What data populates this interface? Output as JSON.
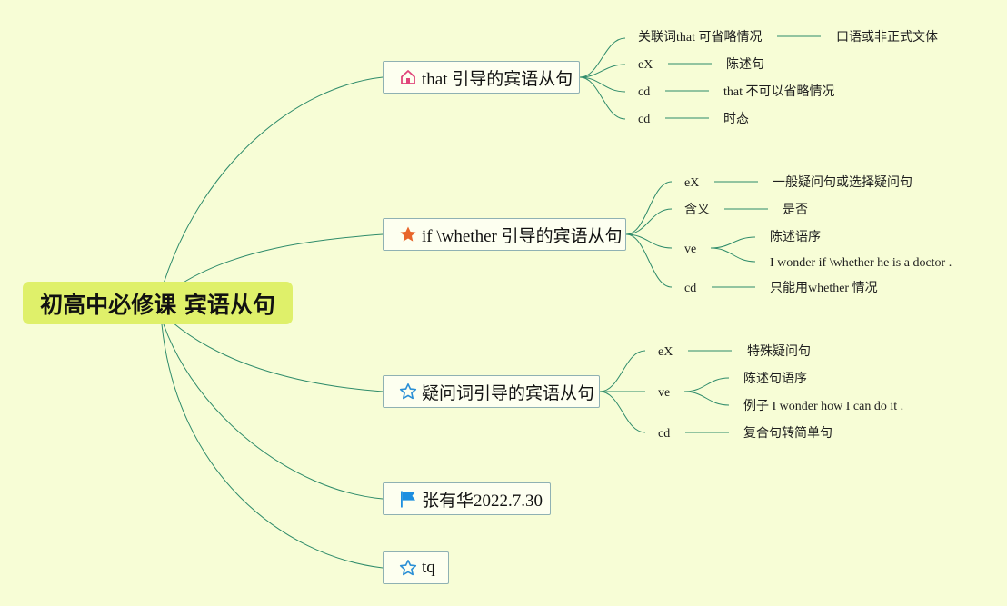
{
  "root": {
    "title": "初高中必修课 宾语从句"
  },
  "branches": [
    {
      "label": "that 引导的宾语从句",
      "icon": "house-icon",
      "children": [
        {
          "label": "关联词that 可省略情况",
          "value": "口语或非正式文体"
        },
        {
          "label": "eX",
          "value": "陈述句"
        },
        {
          "label": "cd",
          "value": "that 不可以省略情况"
        },
        {
          "label": "cd",
          "value": "时态"
        }
      ]
    },
    {
      "label": "if \\whether 引导的宾语从句",
      "icon": "star-filled-icon",
      "children": [
        {
          "label": "eX",
          "value": "一般疑问句或选择疑问句"
        },
        {
          "label": "含义",
          "value": "是否"
        },
        {
          "label": "ve",
          "values": [
            "陈述语序",
            "I wonder if \\whether he is a doctor ."
          ]
        },
        {
          "label": "cd",
          "value": "只能用whether 情况"
        }
      ]
    },
    {
      "label": "疑问词引导的宾语从句",
      "icon": "star-outline-icon",
      "children": [
        {
          "label": "eX",
          "value": "特殊疑问句"
        },
        {
          "label": "ve",
          "values": [
            "陈述句语序",
            "例子 I wonder how I can do it ."
          ]
        },
        {
          "label": "cd",
          "value": "复合句转简单句"
        }
      ]
    },
    {
      "label": "张有华2022.7.30",
      "icon": "flag-icon",
      "children": []
    },
    {
      "label": "tq",
      "icon": "star-outline-icon",
      "children": []
    }
  ],
  "colors": {
    "background": "#f7fdd6",
    "root_fill": "#dff06a",
    "connector": "#2e8b6a",
    "node_border": "#8fb1b3",
    "house_icon": "#e0457b",
    "star_filled_icon": "#e8652a",
    "outline_icon": "#2a8fd6",
    "flag_icon": "#1d8fe0"
  }
}
